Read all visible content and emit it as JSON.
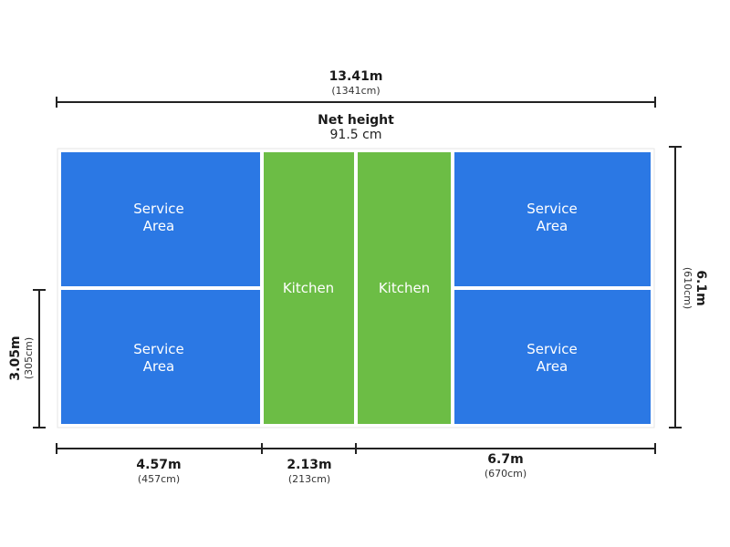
{
  "dimensions": {
    "total_length": {
      "value": "13.41m",
      "sub": "(1341cm)"
    },
    "net_height": {
      "label": "Net height",
      "value": "91.5 cm"
    },
    "court_width": {
      "value": "6.1m",
      "sub": "(610cm)"
    },
    "half_width": {
      "value": "3.05m",
      "sub": "(305cm)"
    },
    "service_length": {
      "value": "4.57m",
      "sub": "(457cm)"
    },
    "kitchen_length": {
      "value": "2.13m",
      "sub": "(213cm)"
    },
    "right_length": {
      "value": "6.7m",
      "sub": "(670cm)"
    }
  },
  "zones": {
    "service_line1": "Service",
    "service_line2": "Area",
    "kitchen": "Kitchen"
  },
  "colors": {
    "service": "#2b78e4",
    "kitchen": "#6cbd45",
    "line": "#ffffff",
    "dimension": "#222222"
  }
}
